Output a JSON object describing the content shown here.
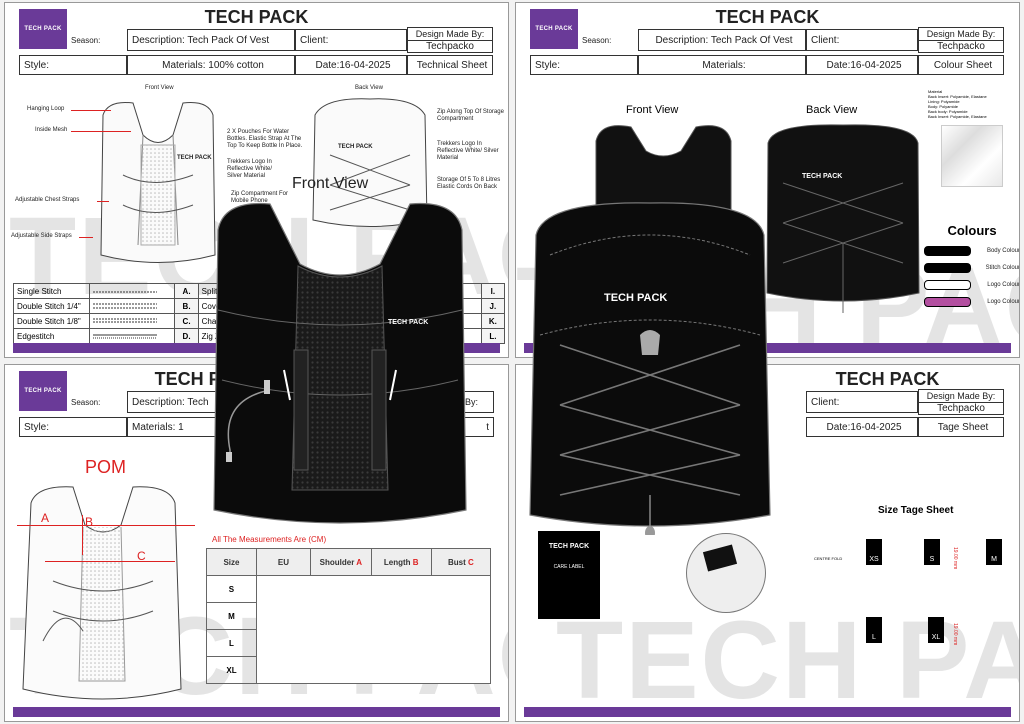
{
  "header": {
    "title": "TECH PACK",
    "logo_text": "TECH PACK",
    "season_label": "Season:",
    "description": "Description: Tech Pack Of Vest",
    "description_s3": "Description: Tech",
    "client_label": "Client:",
    "design_made_by_label": "Design Made By:",
    "designer": "Techpacko",
    "style_label": "Style:",
    "materials_cotton": "Materials: 100% cotton",
    "materials_empty": "Materials:",
    "materials_s3": "Materials: 1",
    "date": "Date:16-04-2025",
    "by_partial": "By:",
    "t_partial": "t"
  },
  "sheet_types": {
    "technical": "Technical Sheet",
    "colour": "Colour Sheet",
    "tage": "Tage Sheet"
  },
  "technical": {
    "front_view": "Front View",
    "back_view": "Back View",
    "callouts": {
      "hanging_loop": "Hanging Loop",
      "inside_mesh": "Inside Mesh",
      "chest_straps": "Adjustable Chest Straps",
      "side_straps": "Adjustable Side Straps",
      "pouches": "2 X Pouches For Water Bottles. Elastic Strap At The Top To Keep Bottle In Place.",
      "logo_front": "Trekkers Logo In Reflective White/ Silver Material",
      "zip_phone": "Zip Compartment For Mobile Phone",
      "zip_top": "Zip Along Top Of Storage Compartment",
      "logo_back": "Trekkers Logo In Reflective White/ Silver Material",
      "storage": "Storage Of 5 To 8 Litres Elastic Cords On Back"
    },
    "stitches": [
      {
        "name": "Single Stitch",
        "letter": "A."
      },
      {
        "name": "Double Stitch 1/4\"",
        "letter": "B."
      },
      {
        "name": "Double Stitch 1/8\"",
        "letter": "C."
      },
      {
        "name": "Edgestitch",
        "letter": "D."
      }
    ],
    "stitches_right": [
      {
        "name": "Split Needle"
      },
      {
        "name": "Coverstitch"
      },
      {
        "name": "Chainstitch"
      },
      {
        "name": "Zig Zag Stitc"
      }
    ],
    "letters_far": [
      "I.",
      "J.",
      "K.",
      "L."
    ]
  },
  "colour_sheet": {
    "front_view": "Front View",
    "back_view": "Back View",
    "material_lines": [
      "Material",
      "Back Insert: Polyamide, Elastane",
      "Lining: Polyamide",
      "Body: Polyamide",
      "Back body: Polyamide",
      "Back Insert: Polyamide, Elastane"
    ],
    "colours_title": "Colours",
    "swatches": [
      {
        "label": "Body Colour",
        "color": "#000000"
      },
      {
        "label": "Stitch Colour",
        "color": "#000000"
      },
      {
        "label": "Logo Colour",
        "color": "#ffffff"
      },
      {
        "label": "Logo Colour",
        "color": "#b34fa0"
      }
    ]
  },
  "pom": {
    "title": "POM",
    "note": "All The Measurements Are (CM)",
    "columns": [
      "Size",
      "EU",
      "Shoulder",
      "Length",
      "Bust"
    ],
    "col_letters": [
      "A",
      "B",
      "C"
    ],
    "sizes": [
      "S",
      "M",
      "L",
      "XL"
    ],
    "dim_labels": [
      "A",
      "B",
      "C"
    ]
  },
  "tage": {
    "title": "Size Tage Sheet",
    "centre_fold": "CENTRE FOLD",
    "mm": "19.00 mm",
    "sizes": [
      "XS",
      "S",
      "M",
      "L",
      "XL"
    ],
    "care_label": "CARE LABEL",
    "label_logo": "TECH PACK"
  },
  "overlay": {
    "front_view": "Front View",
    "logo": "TECH PACK"
  },
  "watermark": "TECH PACK"
}
